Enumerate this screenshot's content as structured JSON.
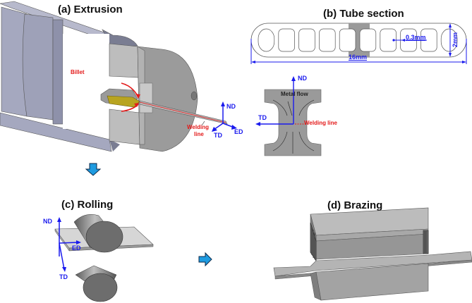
{
  "figure": {
    "panels": [
      {
        "id": "a",
        "title": "(a) Extrusion",
        "labels": {
          "billet": "Billet",
          "welding_line": [
            "Welding",
            "line"
          ],
          "axes": {
            "nd": "ND",
            "td": "TD",
            "ed": "ED"
          }
        }
      },
      {
        "id": "b",
        "title": "(b) Tube section",
        "dimensions": {
          "width": "16mm",
          "height": "2mm",
          "wall": "0.3mm"
        },
        "port_count": 10,
        "detail": {
          "metal_flow": "Metal flow",
          "welding_line": "Welding line",
          "axes": {
            "nd": "ND",
            "td": "TD"
          }
        }
      },
      {
        "id": "c",
        "title": "(c) Rolling",
        "labels": {
          "axes": {
            "nd": "ND",
            "td": "TD",
            "ed": "ED"
          }
        }
      },
      {
        "id": "d",
        "title": "(d) Brazing"
      }
    ],
    "flow_arrows": [
      "down",
      "right"
    ],
    "colors": {
      "axis_blue": "#1a1aee",
      "annotation_red": "#e31a1a",
      "arrow_fill": "#1e9be0",
      "container_gray": "#8c90a8",
      "die_gray": "#9a9a9a",
      "mandrel_yellow": "#b8a420"
    }
  }
}
